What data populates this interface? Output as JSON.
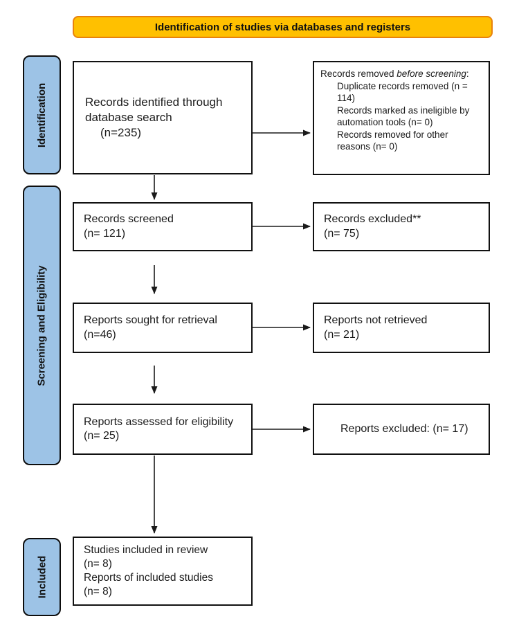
{
  "header": {
    "title": "Identification of studies via databases and registers"
  },
  "colors": {
    "banner_fill": "#FFC000",
    "banner_border": "#E8820C",
    "stage_fill": "#9DC3E6",
    "box_border": "#111111",
    "arrow": "#1a1a1a"
  },
  "stages": {
    "identification": "Identification",
    "screening": "Screening and Eligibility",
    "included": "Included"
  },
  "boxes": {
    "identified": {
      "line1": "Records identified through database search",
      "line2": "(n=235)"
    },
    "removed": {
      "title_prefix": "Records removed ",
      "title_italic": "before screening",
      "title_suffix": ":",
      "items": [
        "Duplicate records removed (n = 114)",
        "Records marked as ineligible by automation tools (n= 0)",
        "Records removed for other reasons (n= 0)"
      ]
    },
    "screened": {
      "line1": "Records screened",
      "line2": "(n= 121)"
    },
    "records_excluded": {
      "line1": "Records excluded**",
      "line2": "(n= 75)"
    },
    "sought": {
      "line1": "Reports sought for retrieval",
      "line2": "(n=46)"
    },
    "not_retrieved": {
      "line1": "Reports not retrieved",
      "line2": "(n= 21)"
    },
    "assessed": {
      "line1": "Reports assessed for eligibility",
      "line2": "(n= 25)"
    },
    "reports_excluded": {
      "line1": "Reports excluded: (n= 17)"
    },
    "included": {
      "line1": "Studies included in review",
      "line2": "(n= 8)",
      "line3": "Reports of included studies",
      "line4": "(n= 8)"
    }
  }
}
